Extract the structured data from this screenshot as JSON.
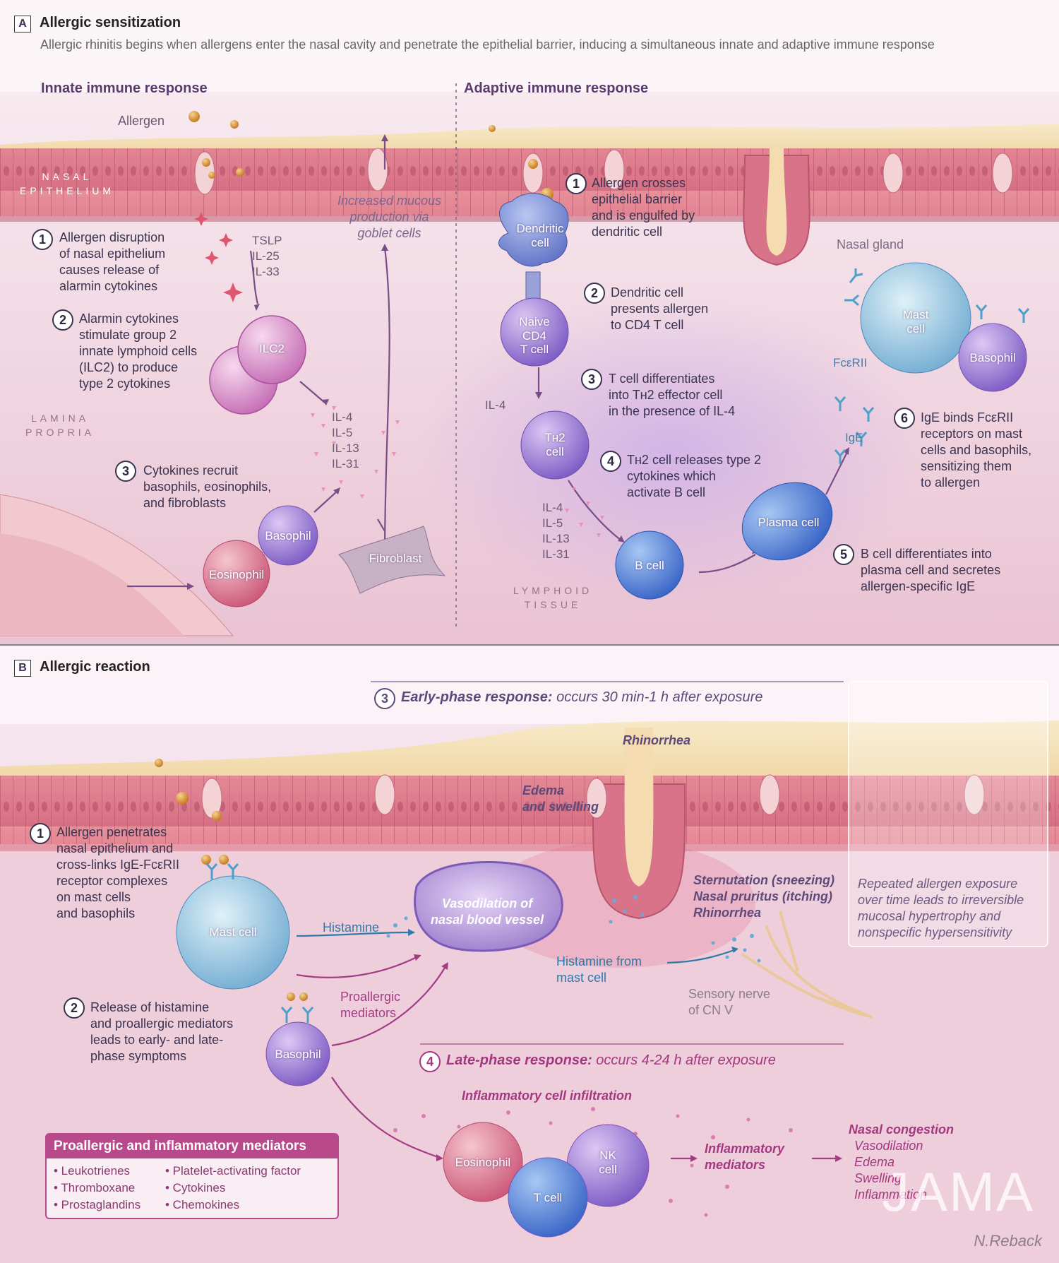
{
  "panel_a": {
    "letter": "A",
    "title": "Allergic sensitization",
    "subtitle": "Allergic rhinitis begins when allergens enter the nasal cavity and penetrate the epithelial barrier, inducing a simultaneous innate and adaptive immune response",
    "innate_title": "Innate immune response",
    "adaptive_title": "Adaptive immune response",
    "allergen_label": "Allergen",
    "nasal_epithelium": [
      "NASAL",
      "EPITHELIUM"
    ],
    "lamina_propria": [
      "LAMINA",
      "PROPRIA"
    ],
    "lymphoid_tissue": [
      "LYMPHOID",
      "TISSUE"
    ],
    "nasal_gland": "Nasal gland",
    "goblet": [
      "Increased mucous",
      "production via",
      "goblet cells"
    ],
    "alarmins": [
      "TSLP",
      "IL-25",
      "IL-33"
    ],
    "cytokines": [
      "IL-4",
      "IL-5",
      "IL-13",
      "IL-31"
    ],
    "cytokines_th2": [
      "IL-4",
      "IL-5",
      "IL-13",
      "IL-31"
    ],
    "il4": "IL-4",
    "fcerii": "FcεRII",
    "ige": "IgE",
    "cells": {
      "ilc2": "ILC2",
      "basophil": "Basophil",
      "eosinophil": "Eosinophil",
      "fibroblast": "Fibroblast",
      "dendritic": [
        "Dendritic",
        "cell"
      ],
      "naive": [
        "Naive",
        "CD4",
        "T cell"
      ],
      "th2": "Tʜ2\ncell",
      "bcell": "B cell",
      "plasma": "Plasma cell",
      "mast": [
        "Mast",
        "cell"
      ],
      "basophil2": "Basophil"
    },
    "innate_steps": [
      {
        "n": "1",
        "lines": [
          "Allergen disruption",
          "of nasal epithelium",
          "causes release of",
          "alarmin cytokines"
        ]
      },
      {
        "n": "2",
        "lines": [
          "Alarmin cytokines",
          "stimulate group 2",
          "innate lymphoid cells",
          "(ILC2) to produce",
          "type 2 cytokines"
        ]
      },
      {
        "n": "3",
        "lines": [
          "Cytokines recruit",
          "basophils, eosinophils,",
          "and fibroblasts"
        ]
      }
    ],
    "adaptive_steps": [
      {
        "n": "1",
        "lines": [
          "Allergen crosses",
          "epithelial barrier",
          "and is engulfed by",
          "dendritic cell"
        ]
      },
      {
        "n": "2",
        "lines": [
          "Dendritic cell",
          "presents allergen",
          "to CD4 T cell"
        ]
      },
      {
        "n": "3",
        "lines": [
          "T cell differentiates",
          "into Tʜ2 effector cell",
          "in the presence of IL-4"
        ]
      },
      {
        "n": "4",
        "lines": [
          "Tʜ2 cell releases type 2",
          "cytokines which",
          "activate B cell"
        ]
      },
      {
        "n": "5",
        "lines": [
          "B cell differentiates into",
          "plasma cell and secretes",
          "allergen-specific IgE"
        ]
      },
      {
        "n": "6",
        "lines": [
          "IgE binds FcεRII",
          "receptors on mast",
          "cells and basophils,",
          "sensitizing them",
          "to allergen"
        ]
      }
    ]
  },
  "panel_b": {
    "letter": "B",
    "title": "Allergic reaction",
    "early_n": "3",
    "early_bold": "Early-phase response:",
    "early_rest": " occurs 30 min-1 h after exposure",
    "late_n": "4",
    "late_bold": "Late-phase response:",
    "late_rest": " occurs 4-24 h after exposure",
    "rhinorrhea_top": "Rhinorrhea",
    "edema": [
      "Edema",
      "and swelling"
    ],
    "vasodilation": [
      "Vasodilation of",
      "nasal blood vessel"
    ],
    "histamine": "Histamine",
    "proallergic": [
      "Proallergic",
      "mediators"
    ],
    "histamine_mast": [
      "Histamine from",
      "mast cell"
    ],
    "symptoms": [
      "Sternutation (sneezing)",
      "Nasal pruritus (itching)",
      "Rhinorrhea"
    ],
    "sensory_nerve": [
      "Sensory nerve",
      "of CN V"
    ],
    "repeated": [
      "Repeated allergen exposure",
      "over time leads to irreversible",
      "mucosal hypertrophy and",
      "nonspecific hypersensitivity"
    ],
    "infiltration": "Inflammatory cell infiltration",
    "inflammatory_mediators": [
      "Inflammatory",
      "mediators"
    ],
    "congestion_title": "Nasal congestion",
    "congestion_items": [
      "Vasodilation",
      "Edema",
      "Swelling",
      "Inflammation"
    ],
    "cells": {
      "mast": "Mast cell",
      "basophil": "Basophil",
      "eosinophil": "Eosinophil",
      "tcell": "T cell",
      "nk": [
        "NK",
        "cell"
      ]
    },
    "steps": [
      {
        "n": "1",
        "lines": [
          "Allergen penetrates",
          "nasal epithelium and",
          "cross-links IgE-FcεRII",
          "receptor complexes",
          "on mast cells",
          "and basophils"
        ]
      },
      {
        "n": "2",
        "lines": [
          "Release of histamine",
          "and proallergic mediators",
          "leads to early- and late-",
          "phase symptoms"
        ]
      }
    ],
    "legend": {
      "title": "Proallergic and inflammatory mediators",
      "col1": [
        "• Leukotrienes",
        "• Thromboxane",
        "• Prostaglandins"
      ],
      "col2": [
        "• Platelet-activating factor",
        "• Cytokines",
        "• Chemokines"
      ]
    }
  },
  "watermark": "JAMA",
  "signature": "N.Reback"
}
